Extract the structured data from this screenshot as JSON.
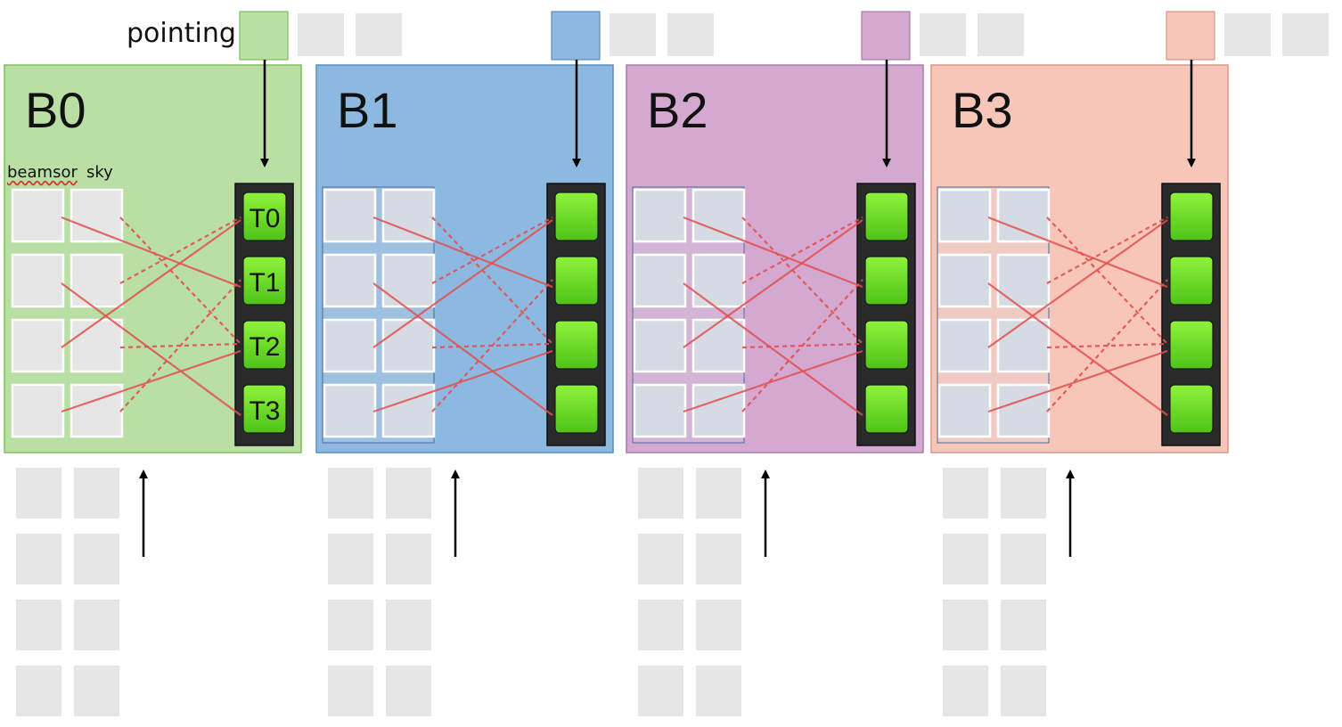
{
  "labels": {
    "pointing": "pointing",
    "beamsor": "beamsor",
    "sky": "sky"
  },
  "colors": {
    "gray": "#e6e6e6",
    "cell": "#d6dbe3",
    "line": "#e05050",
    "tile": "#66dd22",
    "tile_border": "#222222"
  },
  "blocks": [
    {
      "label": "B0",
      "fill": "#b9dfa4",
      "border": "#7fbf5f",
      "tiles": [
        "T0",
        "T1",
        "T2",
        "T3"
      ]
    },
    {
      "label": "B1",
      "fill": "#8db8e0",
      "border": "#5a8fc0",
      "tiles": [
        "",
        "",
        "",
        ""
      ]
    },
    {
      "label": "B2",
      "fill": "#d4a8d0",
      "border": "#a87ca6",
      "tiles": [
        "",
        "",
        "",
        ""
      ]
    },
    {
      "label": "B3",
      "fill": "#f8c6b8",
      "border": "#d89888",
      "tiles": [
        "",
        "",
        "",
        ""
      ]
    }
  ]
}
